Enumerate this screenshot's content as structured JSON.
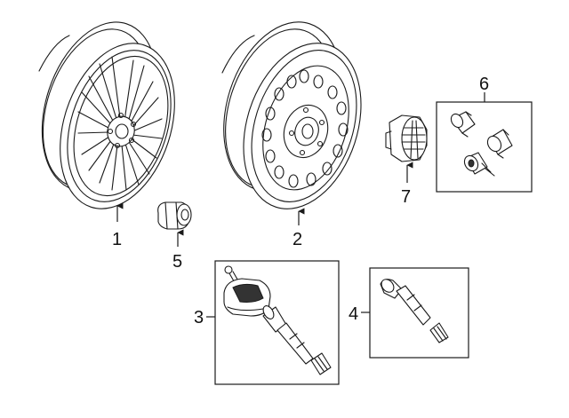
{
  "callouts": {
    "c1": "1",
    "c2": "2",
    "c3": "3",
    "c4": "4",
    "c5": "5",
    "c6": "6",
    "c7": "7"
  },
  "parts": [
    {
      "callout": "1",
      "icon": "alloy-wheel-icon"
    },
    {
      "callout": "2",
      "icon": "steel-wheel-icon"
    },
    {
      "callout": "3",
      "icon": "tpms-sensor-icon"
    },
    {
      "callout": "4",
      "icon": "valve-stem-icon"
    },
    {
      "callout": "5",
      "icon": "lug-nut-icon"
    },
    {
      "callout": "6",
      "icon": "wheel-lock-set-icon"
    },
    {
      "callout": "7",
      "icon": "center-cap-icon"
    }
  ],
  "colors": {
    "line": "#1a1a1a",
    "background": "#ffffff"
  }
}
